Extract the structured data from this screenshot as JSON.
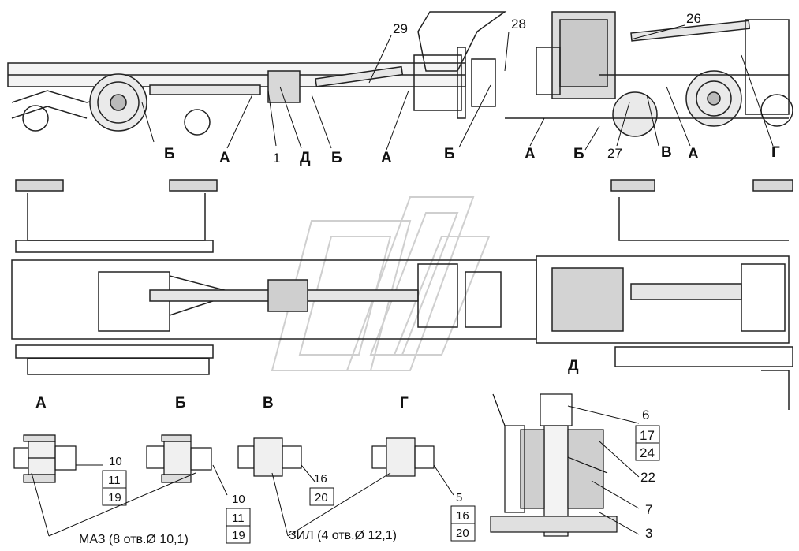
{
  "callouts": {
    "top": [
      "29",
      "28",
      "26"
    ],
    "side_view": [
      "Б",
      "А",
      "1",
      "Д",
      "Б",
      "А",
      "Б",
      "А",
      "Б",
      "27",
      "В",
      "А",
      "Г"
    ],
    "plan_view": [
      "Д"
    ]
  },
  "details": {
    "A": {
      "title": "А",
      "parts": [
        "10",
        "11",
        "19"
      ]
    },
    "B": {
      "title": "Б",
      "parts": [
        "10",
        "11",
        "19"
      ]
    },
    "V": {
      "title": "В",
      "parts": [
        "16",
        "20"
      ]
    },
    "G": {
      "title": "Г",
      "parts": [
        "5",
        "16",
        "20"
      ]
    },
    "D": {
      "title": "Д",
      "parts": [
        "6",
        "17",
        "24",
        "22",
        "7",
        "3"
      ]
    }
  },
  "notes": {
    "maz": "МАЗ (8 отв.Ø 10,1)",
    "zil": "ЗИЛ (4 отв.Ø 12,1)"
  }
}
